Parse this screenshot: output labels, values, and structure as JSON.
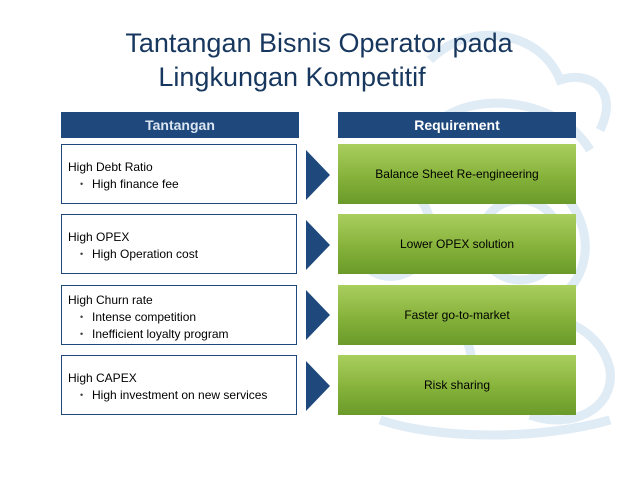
{
  "title": {
    "line1": "Tantangan Bisnis Operator pada",
    "line2": "Lingkungan Kompetitif"
  },
  "headers": {
    "left": "Tantangan",
    "right": "Requirement"
  },
  "rows": [
    {
      "challenge": "High Debt Ratio",
      "bullets": [
        "High finance fee"
      ],
      "requirement": "Balance Sheet Re-engineering"
    },
    {
      "challenge": "High OPEX",
      "bullets": [
        "High Operation cost"
      ],
      "requirement": "Lower OPEX solution"
    },
    {
      "challenge": "High Churn rate",
      "bullets": [
        "Intense competition",
        "Inefficient loyalty program"
      ],
      "requirement": "Faster go-to-market"
    },
    {
      "challenge": "High CAPEX",
      "bullets": [
        "High investment on new services"
      ],
      "requirement": "Risk sharing"
    }
  ],
  "colors": {
    "header": "#1f497d",
    "arrow": "#1f497d",
    "requirement_fill": "#86b23a",
    "title": "#17375e"
  }
}
